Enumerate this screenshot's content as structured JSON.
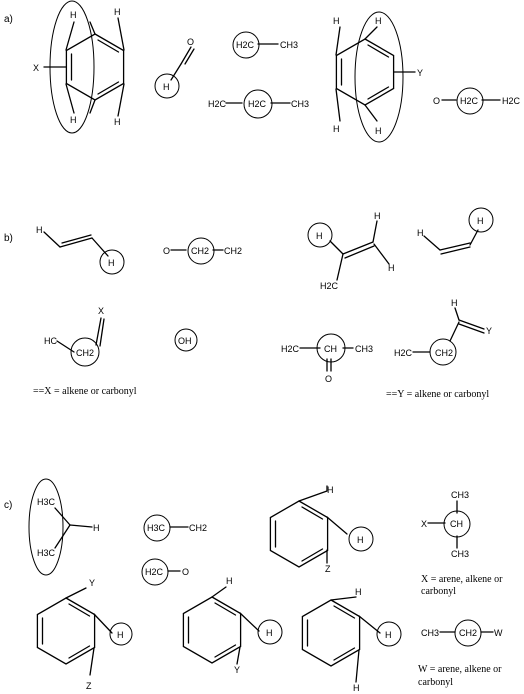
{
  "sections": {
    "a": "a)",
    "b": "b)",
    "c": "c)"
  },
  "atoms": {
    "H": "H",
    "X": "X",
    "Y": "Y",
    "Z": "Z",
    "W": "W",
    "O": "O",
    "H2C": "H2C",
    "CH3": "CH3",
    "CH2": "CH2",
    "CH": "CH",
    "HC": "HC",
    "H3C": "H3C",
    "OH": "OH"
  },
  "notes": {
    "b_x": "==X  =  alkene or carbonyl",
    "b_y": "==Y  = alkene or carbonyl",
    "c_x1": "X = arene, alkene or",
    "c_x2": "carbonyl",
    "c_w1": "W = arene, alkene or",
    "c_w2": "carbonyl"
  }
}
